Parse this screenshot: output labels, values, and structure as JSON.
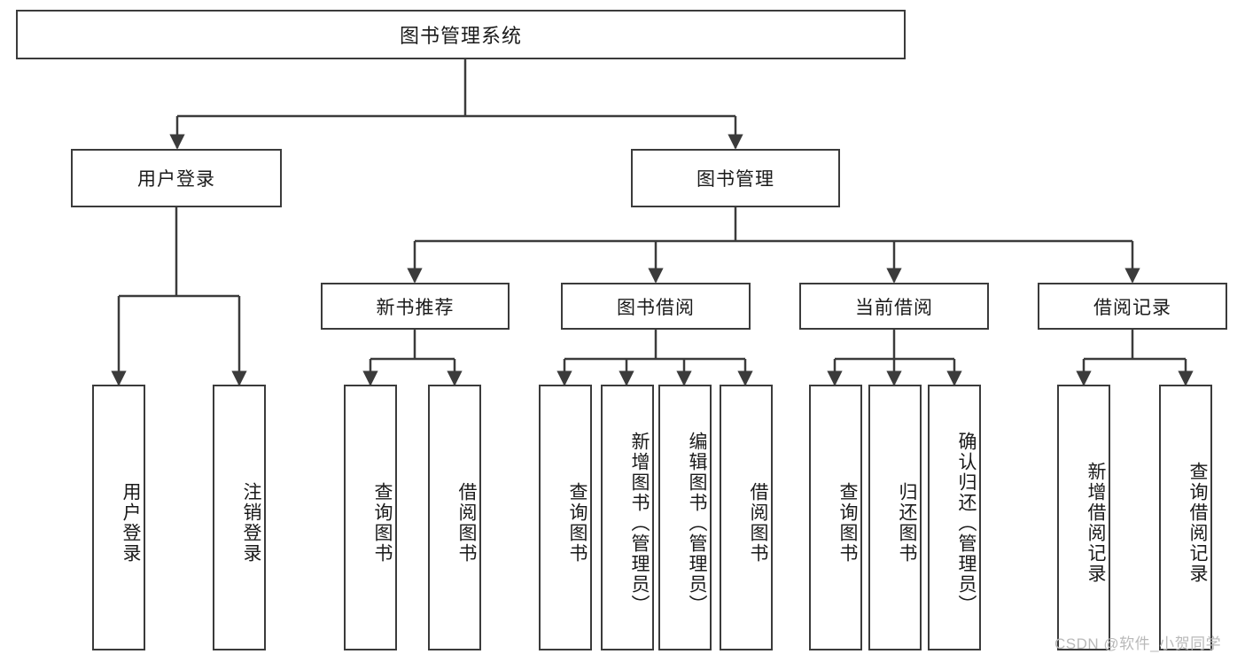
{
  "diagram": {
    "type": "tree-hierarchy-chart",
    "title": "图书管理系统",
    "stroke_color": "#3b3b3b",
    "text_color": "#1a1a1a",
    "background": "#ffffff",
    "root": {
      "label": "图书管理系统"
    },
    "level2": [
      {
        "label": "用户登录"
      },
      {
        "label": "图书管理"
      }
    ],
    "level3": [
      {
        "label": "新书推荐"
      },
      {
        "label": "图书借阅"
      },
      {
        "label": "当前借阅"
      },
      {
        "label": "借阅记录"
      }
    ],
    "leaves": {
      "user_login": [
        {
          "label": "用户登录"
        },
        {
          "label": "注销登录"
        }
      ],
      "new_book_recommend": [
        {
          "label": "查询图书"
        },
        {
          "label": "借阅图书"
        }
      ],
      "book_borrow": [
        {
          "label": "查询图书"
        },
        {
          "label": "新增图书（管理员）"
        },
        {
          "label": "编辑图书（管理员）"
        },
        {
          "label": "借阅图书"
        }
      ],
      "current_borrow": [
        {
          "label": "查询图书"
        },
        {
          "label": "归还图书"
        },
        {
          "label": "确认归还（管理员）"
        }
      ],
      "borrow_record": [
        {
          "label": "新增借阅记录"
        },
        {
          "label": "查询借阅记录"
        }
      ]
    }
  },
  "watermark": {
    "text": "CSDN @软件_小贺同学",
    "color": "#b9b9b9"
  }
}
